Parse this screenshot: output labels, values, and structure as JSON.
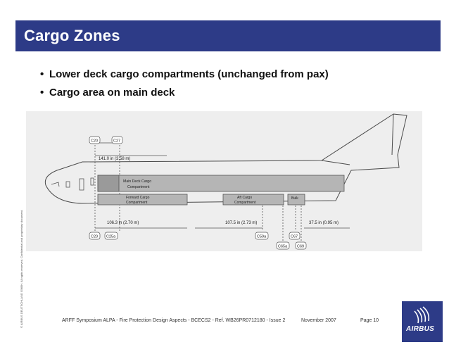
{
  "title": "Cargo Zones",
  "bullets": [
    "Lower deck cargo compartments (unchanged from pax)",
    "Cargo area on main deck"
  ],
  "diagram": {
    "door_labels": [
      "C20",
      "C27",
      "C20",
      "C25a",
      "C59a",
      "C65a",
      "C67",
      "C69"
    ],
    "compartments": {
      "main_deck_line1": "Main Deck Cargo",
      "main_deck_line2": "Compartment",
      "forward_line1": "Forward Cargo",
      "forward_line2": "Compartment",
      "aft_line1": "Aft Cargo",
      "aft_line2": "Compartment",
      "bulk": "Bulk"
    },
    "dimensions": {
      "main_length": "141.0 in (3.58 m)",
      "forward_length": "106.3 in (2.70 m)",
      "aft_length": "107.5 in (2.73 m)",
      "bulk_length": "37.5 in (0.95 m)"
    }
  },
  "side_note": "© AIRBUS DEUTSCHLAND GMBH. All rights reserved. Confidential and proprietary document.",
  "footer": {
    "reference": "ARFF Symposium ALPA - Fire Protection Design Aspects - BCECS2 - Ref. WB26PR0712180 - Issue 2",
    "date": "November 2007",
    "page": "Page 10"
  },
  "logo": {
    "text": "AIRBUS",
    "icon": "airbus-logo-icon"
  },
  "colors": {
    "title_bar": "#2d3b87",
    "diagram_bg": "#eeeeee",
    "compartment_fill": "#b5b5b5"
  }
}
